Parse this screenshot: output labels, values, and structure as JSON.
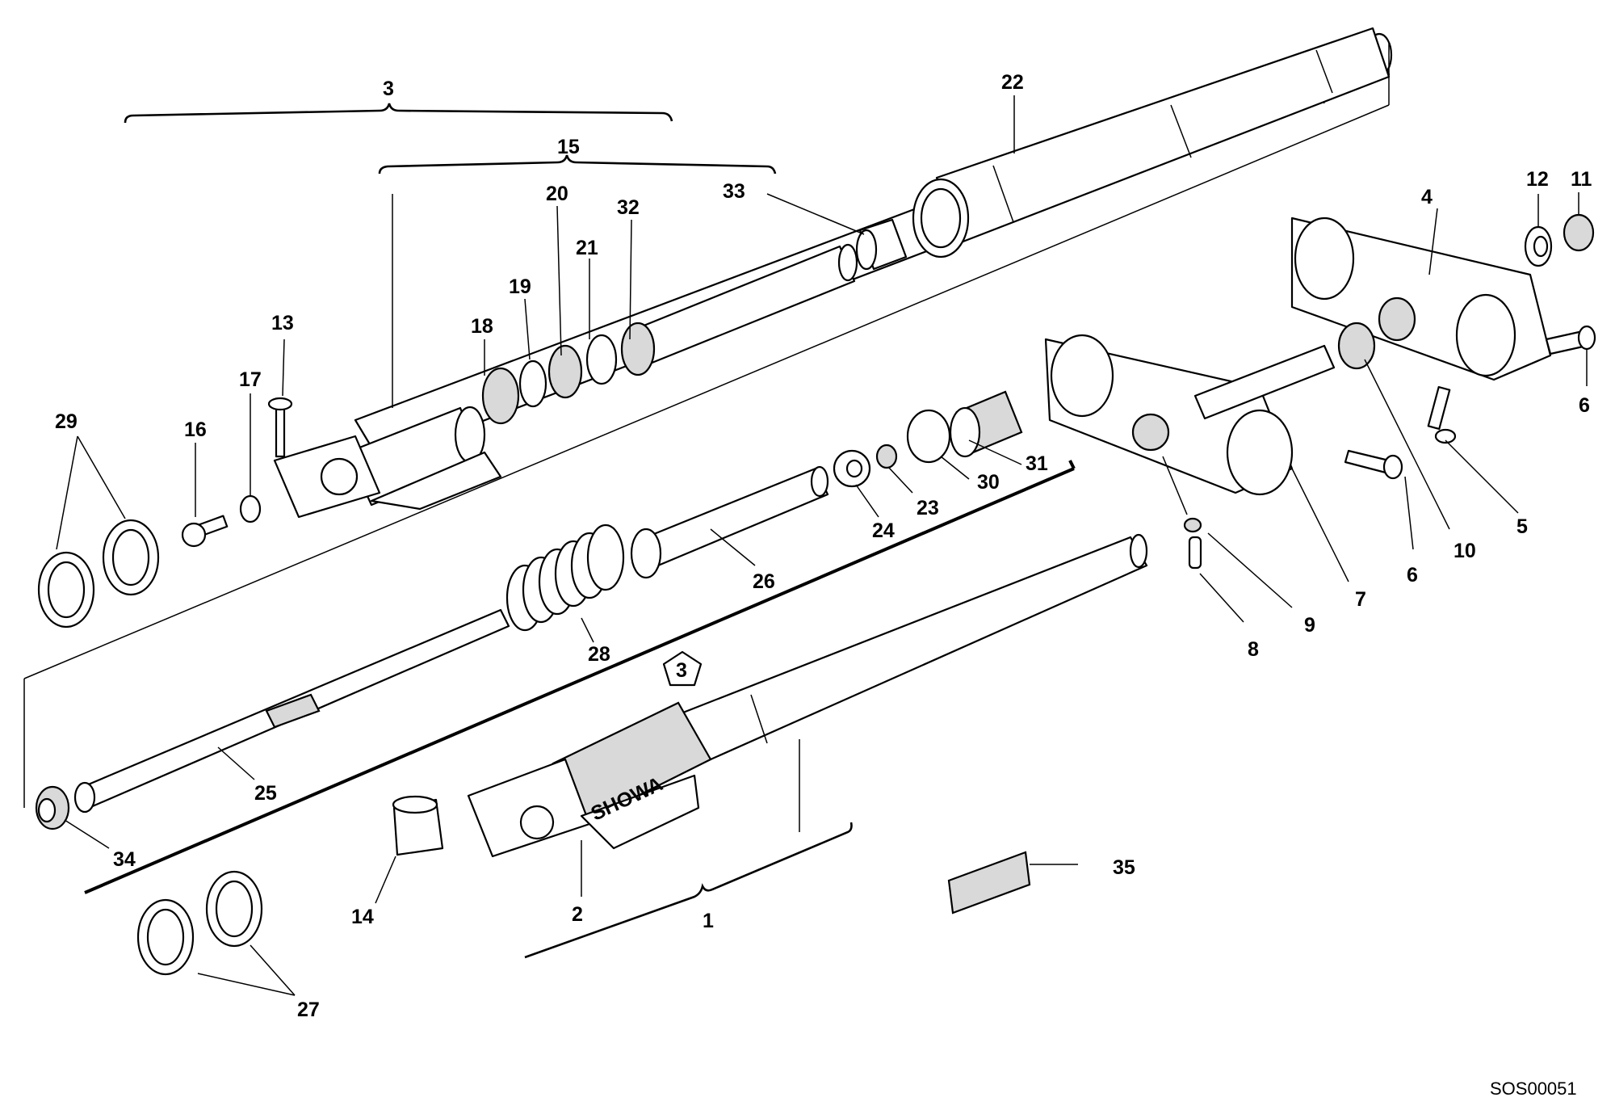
{
  "callouts": {
    "c1": "1",
    "c2": "2",
    "c3": "3",
    "c3b": "3",
    "c4": "4",
    "c5": "5",
    "c6a": "6",
    "c6b": "6",
    "c7": "7",
    "c8": "8",
    "c9": "9",
    "c10": "10",
    "c11": "11",
    "c12": "12",
    "c13": "13",
    "c14": "14",
    "c15": "15",
    "c16": "16",
    "c17": "17",
    "c18": "18",
    "c19": "19",
    "c20": "20",
    "c21": "21",
    "c22": "22",
    "c23": "23",
    "c24": "24",
    "c25": "25",
    "c26": "26",
    "c27": "27",
    "c28": "28",
    "c29": "29",
    "c30": "30",
    "c31": "31",
    "c32": "32",
    "c33": "33",
    "c34": "34",
    "c35": "35"
  },
  "brand_text": "SHOWA",
  "drawing_code": "SOS00051"
}
